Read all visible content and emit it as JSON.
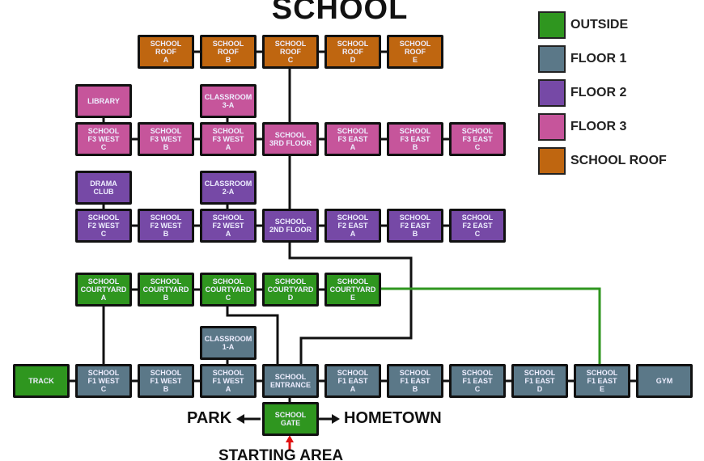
{
  "title": "SCHOOL",
  "colors": {
    "outside": "#2f961f",
    "floor1": "#5b7888",
    "floor2": "#7649a6",
    "floor3": "#c6559b",
    "roof": "#bf6610"
  },
  "legend": [
    {
      "key": "outside",
      "label": "OUTSIDE"
    },
    {
      "key": "floor1",
      "label": "FLOOR 1"
    },
    {
      "key": "floor2",
      "label": "FLOOR 2"
    },
    {
      "key": "floor3",
      "label": "FLOOR 3"
    },
    {
      "key": "roof",
      "label": "SCHOOL ROOF"
    }
  ],
  "nodes": [
    {
      "label": "SCHOOL\nROOF\nA",
      "type": "roof"
    },
    {
      "label": "SCHOOL\nROOF\nB",
      "type": "roof"
    },
    {
      "label": "SCHOOL\nROOF\nC",
      "type": "roof"
    },
    {
      "label": "SCHOOL\nROOF\nD",
      "type": "roof"
    },
    {
      "label": "SCHOOL\nROOF\nE",
      "type": "roof"
    },
    {
      "label": "LIBRARY",
      "type": "floor3"
    },
    {
      "label": "CLASSROOM\n3-A",
      "type": "floor3"
    },
    {
      "label": "SCHOOL\nF3 WEST\nC",
      "type": "floor3"
    },
    {
      "label": "SCHOOL\nF3 WEST\nB",
      "type": "floor3"
    },
    {
      "label": "SCHOOL\nF3 WEST\nA",
      "type": "floor3"
    },
    {
      "label": "SCHOOL\n3RD FLOOR",
      "type": "floor3"
    },
    {
      "label": "SCHOOL\nF3 EAST\nA",
      "type": "floor3"
    },
    {
      "label": "SCHOOL\nF3 EAST\nB",
      "type": "floor3"
    },
    {
      "label": "SCHOOL\nF3 EAST\nC",
      "type": "floor3"
    },
    {
      "label": "DRAMA\nCLUB",
      "type": "floor2"
    },
    {
      "label": "CLASSROOM\n2-A",
      "type": "floor2"
    },
    {
      "label": "SCHOOL\nF2 WEST\nC",
      "type": "floor2"
    },
    {
      "label": "SCHOOL\nF2 WEST\nB",
      "type": "floor2"
    },
    {
      "label": "SCHOOL\nF2 WEST\nA",
      "type": "floor2"
    },
    {
      "label": "SCHOOL\n2ND FLOOR",
      "type": "floor2"
    },
    {
      "label": "SCHOOL\nF2 EAST\nA",
      "type": "floor2"
    },
    {
      "label": "SCHOOL\nF2 EAST\nB",
      "type": "floor2"
    },
    {
      "label": "SCHOOL\nF2 EAST\nC",
      "type": "floor2"
    },
    {
      "label": "SCHOOL\nCOURTYARD\nA",
      "type": "outside"
    },
    {
      "label": "SCHOOL\nCOURTYARD\nB",
      "type": "outside"
    },
    {
      "label": "SCHOOL\nCOURTYARD\nC",
      "type": "outside"
    },
    {
      "label": "SCHOOL\nCOURTYARD\nD",
      "type": "outside"
    },
    {
      "label": "SCHOOL\nCOURTYARD\nE",
      "type": "outside"
    },
    {
      "label": "CLASSROOM\n1-A",
      "type": "floor1"
    },
    {
      "label": "TRACK",
      "type": "outside"
    },
    {
      "label": "SCHOOL\nF1 WEST\nC",
      "type": "floor1"
    },
    {
      "label": "SCHOOL\nF1 WEST\nB",
      "type": "floor1"
    },
    {
      "label": "SCHOOL\nF1 WEST\nA",
      "type": "floor1"
    },
    {
      "label": "SCHOOL\nENTRANCE",
      "type": "floor1"
    },
    {
      "label": "SCHOOL\nF1 EAST\nA",
      "type": "floor1"
    },
    {
      "label": "SCHOOL\nF1 EAST\nB",
      "type": "floor1"
    },
    {
      "label": "SCHOOL\nF1 EAST\nC",
      "type": "floor1"
    },
    {
      "label": "SCHOOL\nF1 EAST\nD",
      "type": "floor1"
    },
    {
      "label": "SCHOOL\nF1 EAST\nE",
      "type": "floor1"
    },
    {
      "label": "GYM",
      "type": "floor1"
    },
    {
      "label": "SCHOOL\nGATE",
      "type": "outside"
    }
  ],
  "exits": {
    "left": "PARK",
    "right": "HOMETOWN",
    "start": "STARTING AREA"
  }
}
